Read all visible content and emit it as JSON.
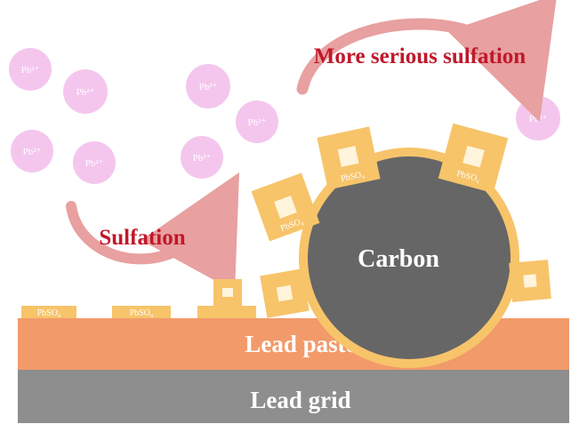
{
  "labels": {
    "sulfation": "Sulfation",
    "more_serious": "More serious sulfation",
    "carbon": "Carbon",
    "lead_paste": "Lead paste",
    "lead_grid": "Lead grid"
  },
  "ion_label": "Pb²⁺",
  "crystal_label": "PbSO₄",
  "colors": {
    "ion": "#f4c6ee",
    "crystal": "#f7c46a",
    "crystal_inner": "#fff4dc",
    "paste": "#f29a6a",
    "grid": "#8e8e8e",
    "carbon": "#666666",
    "arrow": "#e8a0a0",
    "text_red": "#c0182b"
  }
}
